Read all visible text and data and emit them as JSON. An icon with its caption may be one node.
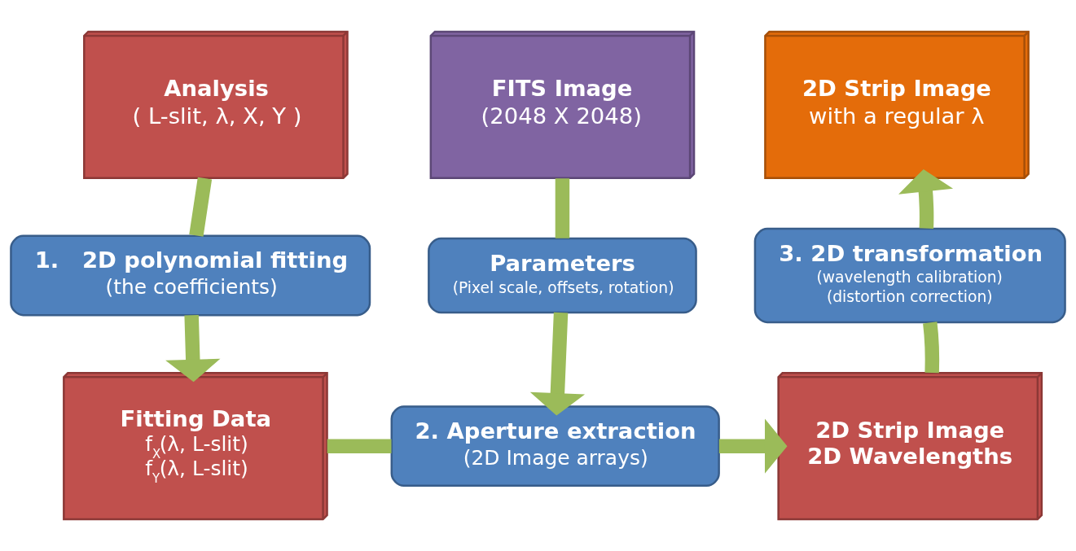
{
  "diagram": {
    "nodes": [
      {
        "text": [
          "Analysis",
          "( L-slit, λ, X, Y )"
        ]
      },
      {
        "text": [
          "FITS Image",
          "(2048 X 2048)"
        ]
      },
      {
        "text": [
          "2D Strip Image",
          "with a regular λ"
        ]
      },
      {
        "text": [
          "1.   2D polynomial fitting",
          "(the coefficients)"
        ]
      },
      {
        "text": [
          "Parameters",
          "(Pixel scale, offsets, rotation)"
        ]
      },
      {
        "text": [
          "3. 2D transformation",
          "(wavelength calibration)",
          "(distortion correction)"
        ]
      },
      {
        "text": [
          "Fitting Data",
          "f$_{X}$(λ, L-slit)",
          "f$_{Y}$(λ, L-slit)"
        ]
      },
      {
        "text": [
          "2. Aperture extraction",
          "(2D Image arrays)"
        ]
      },
      {
        "text": [
          "2D Strip Image",
          "2D Wavelengths"
        ]
      }
    ],
    "edges": [
      {
        "from": 0,
        "to": 3,
        "arrow": "none"
      },
      {
        "from": 3,
        "to": 6,
        "arrow": "to"
      },
      {
        "from": 1,
        "to": 4,
        "arrow": "none"
      },
      {
        "from": 4,
        "to": 7,
        "arrow": "to"
      },
      {
        "from": 6,
        "to": 7,
        "arrow": "none"
      },
      {
        "from": 7,
        "to": 8,
        "arrow": "to"
      },
      {
        "from": 8,
        "to": 5,
        "arrow": "none"
      },
      {
        "from": 5,
        "to": 2,
        "arrow": "to"
      }
    ]
  }
}
